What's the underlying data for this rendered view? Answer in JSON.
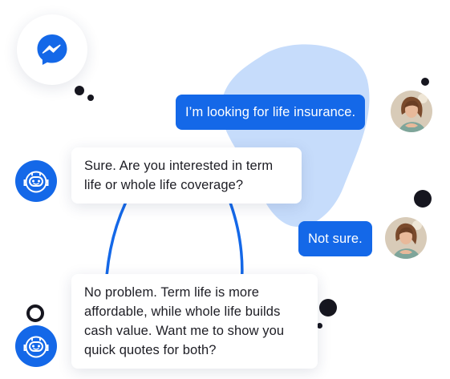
{
  "app": {
    "channel_icon": "messenger-icon",
    "bot_icon": "robot-icon",
    "user_icon": "user-avatar-photo"
  },
  "colors": {
    "brand_blue": "#1468e8",
    "blob_blue": "#c6dcfb",
    "dark_dot": "#16161f",
    "bot_bubble": "#ffffff"
  },
  "messages": [
    {
      "sender": "user",
      "text": "I’m looking for life insurance."
    },
    {
      "sender": "bot",
      "text": "Sure. Are you interested in term life or whole life coverage?"
    },
    {
      "sender": "user",
      "text": "Not sure."
    },
    {
      "sender": "bot",
      "text": "No problem. Term life is more affordable, while whole life builds cash value. Want me to show you quick quotes for both?"
    }
  ]
}
